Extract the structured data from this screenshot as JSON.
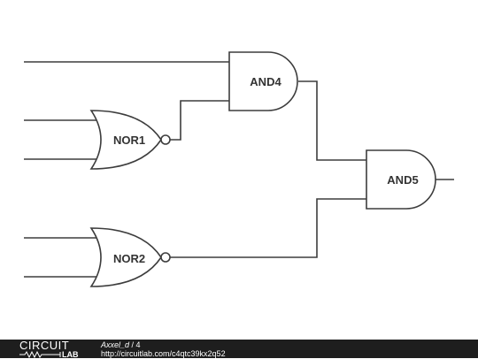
{
  "diagram": {
    "gates": [
      {
        "id": "and4",
        "type": "AND",
        "label": "AND4"
      },
      {
        "id": "nor1",
        "type": "NOR",
        "label": "NOR1"
      },
      {
        "id": "and5",
        "type": "AND",
        "label": "AND5"
      },
      {
        "id": "nor2",
        "type": "NOR",
        "label": "NOR2"
      }
    ]
  },
  "footer": {
    "logo_top": "CIRCUIT",
    "logo_bottom": "LAB",
    "author": "Axxel_d",
    "separator": " / ",
    "number": "4",
    "url": "http://circuitlab.com/c4qtc39kx2q52"
  },
  "colors": {
    "wire": "#3d3d3d",
    "footer_bg": "#1e1e1e",
    "background": "#ffffff"
  }
}
